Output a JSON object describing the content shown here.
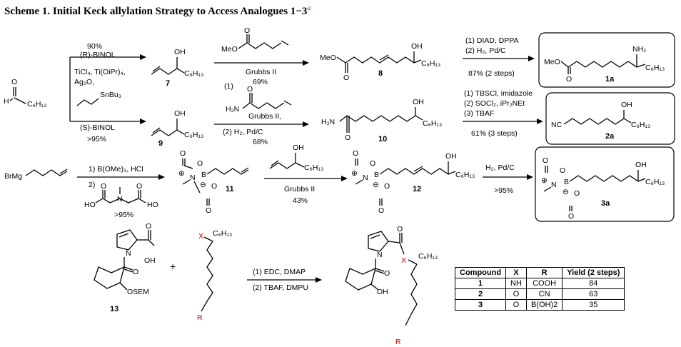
{
  "title": {
    "text": "Scheme 1. Initial Keck allylation Strategy to Access Analogues 1−3",
    "footnote": "a"
  },
  "compounds": {
    "c7": "7",
    "c8": "8",
    "c9": "9",
    "c10": "10",
    "c11": "11",
    "c12": "12",
    "c13": "13",
    "c1a": "1a",
    "c2a": "2a",
    "c3a": "3a"
  },
  "atoms": {
    "OH": "OH",
    "O": "O",
    "H": "H",
    "C6H13": "C₆H₁₃",
    "MeO": "MeO",
    "H2N": "H₂N",
    "NH2": "NH₂",
    "NC": "NC",
    "BrMg": "BrMg",
    "B": "B",
    "N": "N",
    "HO": "HO",
    "OSEM": "OSEM",
    "X": "X",
    "R": "R",
    "plus_charge": "⊕",
    "minus_charge": "⊖",
    "plus": "+"
  },
  "conditions": {
    "keck_yield_top": "90%",
    "keck_ligand_top": "(R)-BINOL",
    "keck_reagents_1": "TiCl₄, Ti(OiPr)₄,",
    "keck_reagents_2": "Ag₂O,",
    "keck_reagents_3": "SnBu₃",
    "keck_ligand_bottom": "(S)-BINOL",
    "keck_yield_bottom": ">95%",
    "grubbs_top": "Grubbs II",
    "grubbs_top_yield": "69%",
    "amide_step1": "(1)",
    "amide_grubbs": "Grubbs II,",
    "amide_step2": "(2) H₂, Pd/C",
    "amide_yield": "68%",
    "amine_1": "(1) DIAD, DPPA",
    "amine_2": "(2) H₂, Pd/C",
    "amine_yield": "87% (2 steps)",
    "nitrile_1": "(1) TBSCl, imidazole",
    "nitrile_2": "(2) SOCl₂, iPr₂NEt",
    "nitrile_3": "(3) TBAF",
    "nitrile_yield": "61% (3 steps)",
    "boron_1": "1) B(OMe)₃, HCl",
    "boron_2": "2)",
    "boron_yield": ">95%",
    "grubbs_mid": "Grubbs II",
    "grubbs_mid_yield": "43%",
    "hydrog": "H₂, Pd/C",
    "hydrog_yield": ">95%",
    "coupling_1": "(1) EDC, DMAP",
    "coupling_2": "(2) TBAF, DMPU"
  },
  "table": {
    "headers": [
      "Compound",
      "X",
      "R",
      "Yield (2 steps)"
    ],
    "rows": [
      [
        "1",
        "NH",
        "COOH",
        "84"
      ],
      [
        "2",
        "O",
        "CN",
        "63"
      ],
      [
        "3",
        "O",
        "B(OH)2",
        "35"
      ]
    ]
  }
}
